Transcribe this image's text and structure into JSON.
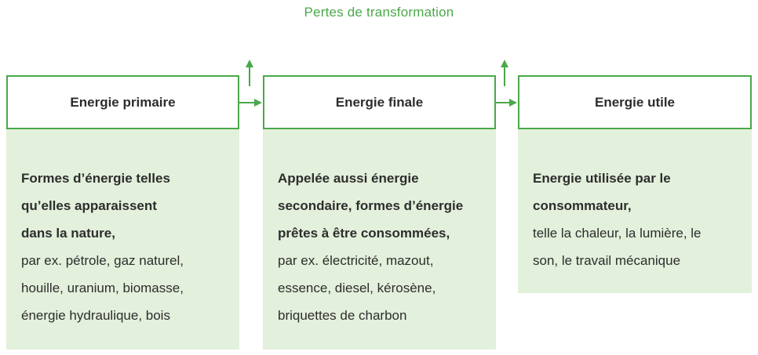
{
  "loss_label": "Pertes de transformation",
  "columns": [
    {
      "title": "Energie primaire",
      "bold_lines": [
        "Formes d’énergie telles",
        "qu’elles apparaissent",
        "dans la nature,"
      ],
      "normal_lines": [
        "par ex. pétrole, gaz naturel,",
        "houille, uranium, biomasse,",
        "énergie hydraulique, bois"
      ]
    },
    {
      "title": "Energie finale",
      "bold_lines": [
        "Appelée aussi énergie",
        "secondaire, formes d’énergie",
        "prêtes à être consommées,"
      ],
      "normal_lines": [
        "par ex. électricité, mazout,",
        "essence, diesel, kérosène,",
        "briquettes de charbon"
      ]
    },
    {
      "title": "Energie utile",
      "bold_lines": [
        "Energie utilisée par le",
        "consommateur,"
      ],
      "normal_lines": [
        "telle la chaleur, la lumière, le",
        "son, le travail mécanique"
      ]
    }
  ],
  "colors": {
    "accent_green": "#4aa84a",
    "column_fill": "#e3f0dc",
    "text": "#2d2d2d"
  }
}
